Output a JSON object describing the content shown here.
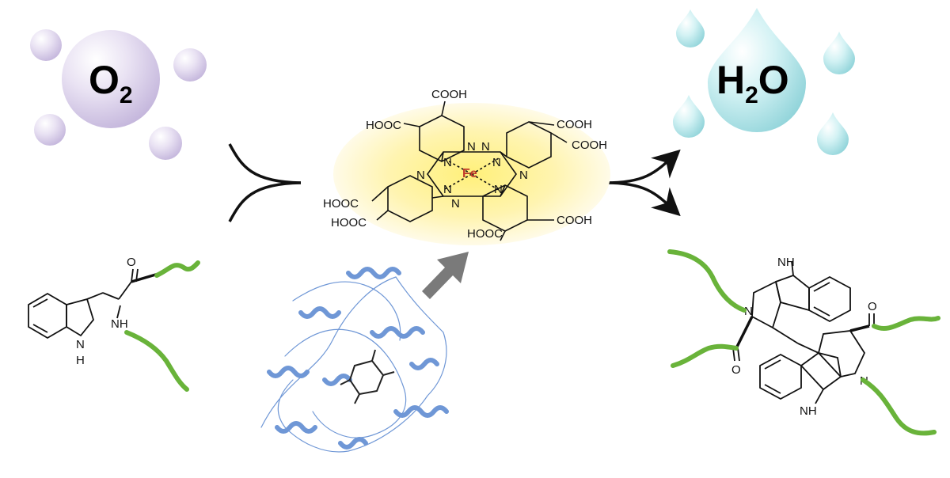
{
  "reactant_oxygen": {
    "base": "O",
    "subscript": "2",
    "color": "#d9d0ea"
  },
  "product_water": {
    "base": "H",
    "subscript": "2",
    "tail": "O",
    "color": "#b9e9ec"
  },
  "catalyst": {
    "center_metal": "Fe",
    "metal_color": "#c0392b",
    "ring_nitrogen": "N",
    "substituents": [
      "COOH",
      "COOH",
      "COOH",
      "COOH",
      "HOOC",
      "HOOC",
      "HOOC",
      "HOOC"
    ],
    "glow_color": "#fff3a8"
  },
  "substrate": {
    "carbonyl_o": "O",
    "amide_nh": "NH",
    "indole_nh": "H",
    "indole_n": "N"
  },
  "product_dimer": {
    "top_nh": "NH",
    "bottom_nh": "NH",
    "n_left": "N",
    "n_right": "N",
    "o_left": "O",
    "o_right": "O"
  },
  "colors": {
    "peptide_ribbon": "#69b33a",
    "protein": "#6f97d6",
    "arrow_gray": "#7a7a7a"
  }
}
